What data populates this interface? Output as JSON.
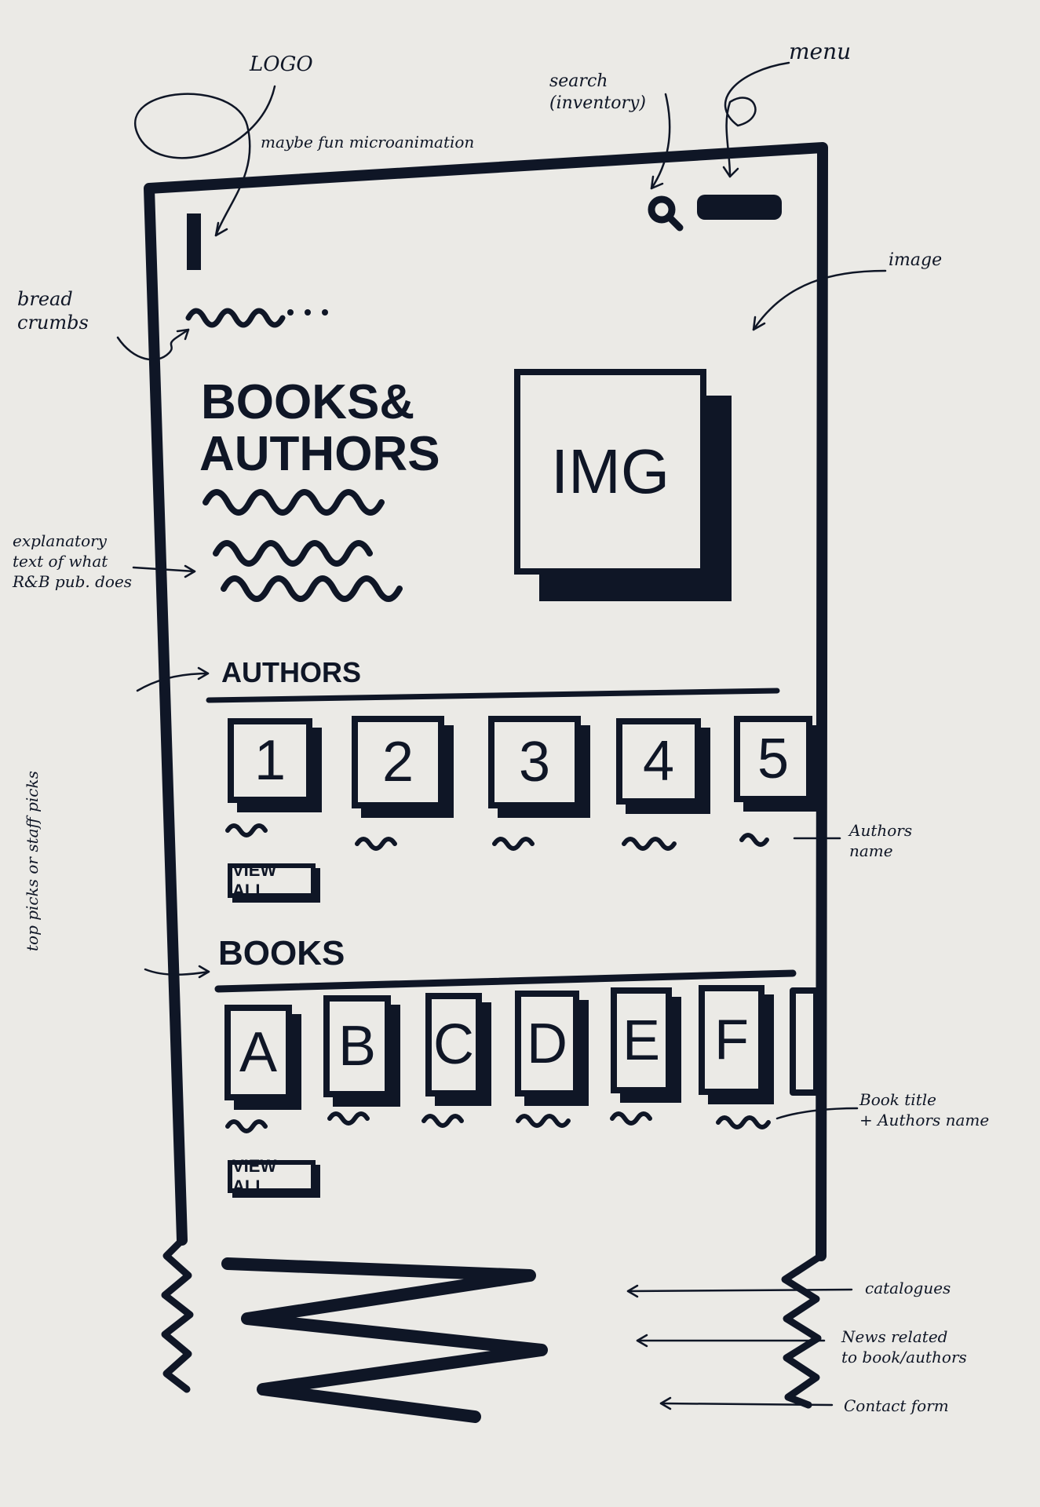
{
  "annotations": {
    "logo": "LOGO",
    "microanimation": "maybe fun microanimation",
    "search": "search\n(inventory)",
    "menu": "menu",
    "image": "image",
    "breadcrumbs": "bread\ncrumbs",
    "explanatory": "explanatory\ntext of what\nR&B pub. does",
    "top_picks": "top picks or staff picks",
    "authors_name": "Authors\nname",
    "book_title": "Book title\n+ Authors name",
    "catalogues": "catalogues",
    "news": "News related\nto book/authors",
    "contact": "Contact form"
  },
  "hero": {
    "title_line1": "BOOKS&",
    "title_line2": "AUTHORS",
    "image_label": "IMG"
  },
  "authors": {
    "heading": "AUTHORS",
    "items": [
      "1",
      "2",
      "3",
      "4",
      "5"
    ],
    "view_all": "VIEW ALL"
  },
  "books": {
    "heading": "BOOKS",
    "items": [
      "A",
      "B",
      "C",
      "D",
      "E",
      "F"
    ],
    "view_all": "VIEW ALL"
  },
  "colors": {
    "ink": "#0f1626",
    "paper": "#ebeae6"
  }
}
